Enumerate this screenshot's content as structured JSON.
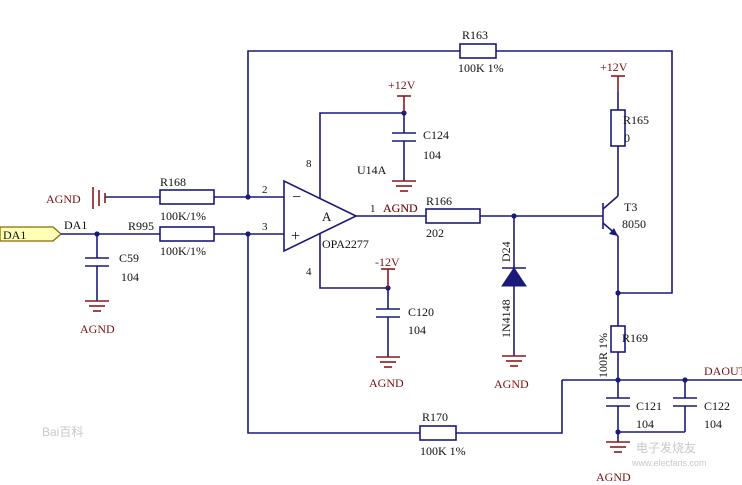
{
  "nets": {
    "da1_port": "DA1",
    "da1_net": "DA1",
    "daout": "DAOUT",
    "agnd": "AGND",
    "vpos": "+12V",
    "vneg": "-12V"
  },
  "parts": {
    "r163": {
      "ref": "R163",
      "val": "100K  1%"
    },
    "r168": {
      "ref": "R168",
      "val": "100K/1%"
    },
    "r995": {
      "ref": "R995",
      "val": "100K/1%"
    },
    "r166": {
      "ref": "R166",
      "val": "202"
    },
    "r165": {
      "ref": "R165",
      "val": "0"
    },
    "r169": {
      "ref": "R169",
      "val": "100R  1%"
    },
    "r170": {
      "ref": "R170",
      "val": "100K  1%"
    },
    "c59": {
      "ref": "C59",
      "val": "104"
    },
    "c124": {
      "ref": "C124",
      "val": "104"
    },
    "c120": {
      "ref": "C120",
      "val": "104"
    },
    "c121": {
      "ref": "C121",
      "val": "104"
    },
    "c122": {
      "ref": "C122",
      "val": "104"
    },
    "d24": {
      "ref": "D24",
      "val": "1N4148"
    },
    "t3": {
      "ref": "T3",
      "val": "8050"
    },
    "u14": {
      "ref": "U14A",
      "val": "OPA2277",
      "unit": "A"
    }
  },
  "pins": {
    "inv": "2",
    "noninv": "3",
    "out": "1",
    "vplus": "8",
    "vminus": "4"
  },
  "opamp_signs": {
    "minus": "−",
    "plus": "+"
  },
  "watermarks": {
    "left": "Bai百科",
    "right": "电子发烧友",
    "right_url": "www.elecfans.com"
  }
}
